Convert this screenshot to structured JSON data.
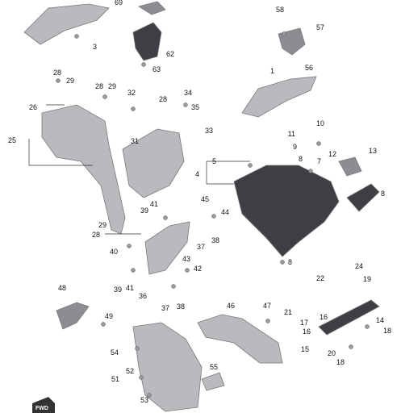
{
  "diagram": {
    "callouts": [
      "69",
      "3",
      "58",
      "57",
      "62",
      "63",
      "56",
      "1",
      "28",
      "29",
      "26",
      "25",
      "28",
      "29",
      "32",
      "28",
      "34",
      "35",
      "33",
      "31",
      "10",
      "11",
      "9",
      "8",
      "7",
      "12",
      "13",
      "5",
      "4",
      "45",
      "44",
      "41",
      "39",
      "37",
      "38",
      "28",
      "29",
      "40",
      "43",
      "42",
      "39",
      "41",
      "36",
      "37",
      "38",
      "8",
      "48",
      "49",
      "22",
      "24",
      "19",
      "21",
      "16",
      "17",
      "16",
      "15",
      "20",
      "18",
      "14",
      "18",
      "46",
      "47",
      "54",
      "52",
      "51",
      "53",
      "55",
      "8"
    ],
    "highlighted_callout": "4",
    "orientation_badge_text": "FWD"
  }
}
